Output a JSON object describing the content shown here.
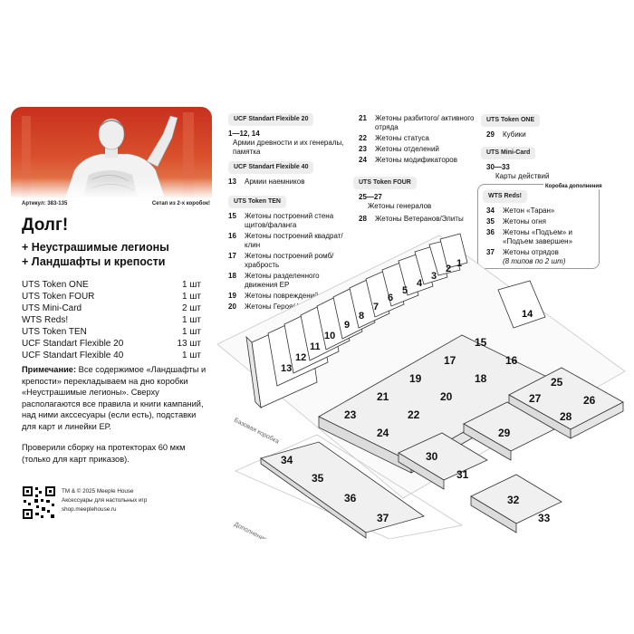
{
  "meta": {
    "article": "Артикул: 383-135",
    "setup": "Сетап из 2-х коробок!"
  },
  "title": "Долг!",
  "subtitle_line1": "+ Неустрашимые легионы",
  "subtitle_line2": "+ Ландшафты и крепости",
  "contents": [
    {
      "name": "UTS Token ONE",
      "qty": "1 шт"
    },
    {
      "name": "UTS Token FOUR",
      "qty": "1 шт"
    },
    {
      "name": "UTS Mini-Card",
      "qty": "2 шт"
    },
    {
      "name": "WTS Reds!",
      "qty": "1 шт"
    },
    {
      "name": "UTS Token TEN",
      "qty": "1 шт"
    },
    {
      "name": "UCF Standart Flexible 20",
      "qty": "13 шт"
    },
    {
      "name": "UCF Standart Flexible 40",
      "qty": "1 шт"
    }
  ],
  "note": {
    "label": "Примечание:",
    "text": " Все содержимое «Ландшафты и крепости» перекладываем на дно коробки «Неустрашимые легионы». Сверху располагаются все правила и книги кампаний, над ними акссесуары (если есть), подставки для карт и линейки ЕР.",
    "text2": "Проверили сборку на протекторах 60 мкм (только для карт приказов)."
  },
  "footer": {
    "line1": "TM & © 2025 Meeple House",
    "line2": "Аксессуары для настольных игр",
    "line3": "shop.meeplehouse.ru"
  },
  "col1": {
    "g1": {
      "label": "UCF Standart Flexible 20",
      "items": [
        {
          "n": "1—12, 14",
          "t": "Армии древности и их генералы, памятка"
        }
      ]
    },
    "g2": {
      "label": "UCF Standart Flexible 40",
      "items": [
        {
          "n": "13",
          "t": "Армии наемников"
        }
      ]
    },
    "g3": {
      "label": "UTS Token TEN",
      "items": [
        {
          "n": "15",
          "t": "Жетоны построений стена щитов/фаланга"
        },
        {
          "n": "16",
          "t": "Жетоны построений квадрат/клин"
        },
        {
          "n": "17",
          "t": "Жетоны построений ромб/храбрость"
        },
        {
          "n": "18",
          "t": "Жетоны разделенного движения ЕР"
        },
        {
          "n": "19",
          "t": "Жетоны повреждений"
        },
        {
          "n": "20",
          "t": "Жетоны Героя/ Нет офицера"
        }
      ]
    }
  },
  "col2": {
    "g1": {
      "items": [
        {
          "n": "21",
          "t": "Жетоны разбитого/ активного отряда"
        },
        {
          "n": "22",
          "t": "Жетоны статуса"
        },
        {
          "n": "23",
          "t": "Жетоны отделений"
        },
        {
          "n": "24",
          "t": "Жетоны модификаторов"
        }
      ]
    },
    "g2": {
      "label": "UTS Token FOUR",
      "items": [
        {
          "n": "25—27",
          "t": "Жетоны генералов"
        },
        {
          "n": "28",
          "t": "Жетоны Ветеранов/Элиты"
        }
      ]
    }
  },
  "col3": {
    "g1": {
      "label": "UTS Token ONE",
      "items": [
        {
          "n": "29",
          "t": "Кубики"
        }
      ]
    },
    "g2": {
      "label": "UTS Mini-Card",
      "items": [
        {
          "n": "30—33",
          "t": "Карты действий"
        }
      ]
    },
    "box_label": "Коробка дополнения",
    "g3": {
      "label": "WTS Reds!",
      "items": [
        {
          "n": "34",
          "t": "Жетон «Таран»"
        },
        {
          "n": "35",
          "t": "Жетоны огня"
        },
        {
          "n": "36",
          "t": "Жетоны «Подъем» и «Подъем завершен»"
        },
        {
          "n": "37",
          "t": "Жетоны отрядов"
        }
      ],
      "extra": "(8 типов по 2 шт)"
    }
  },
  "scene": {
    "base_box_label": "Базовая коробка",
    "addon_label": "Дополнение",
    "dividers": [
      "1",
      "2",
      "3",
      "4",
      "5",
      "6",
      "7",
      "8",
      "9",
      "10",
      "11",
      "12",
      "13"
    ],
    "tiles": [
      "14",
      "15",
      "16",
      "17",
      "18",
      "19",
      "20",
      "21",
      "22",
      "23",
      "24",
      "25",
      "26",
      "27",
      "28",
      "29",
      "30",
      "31",
      "32",
      "33",
      "34",
      "35",
      "36",
      "37"
    ]
  }
}
